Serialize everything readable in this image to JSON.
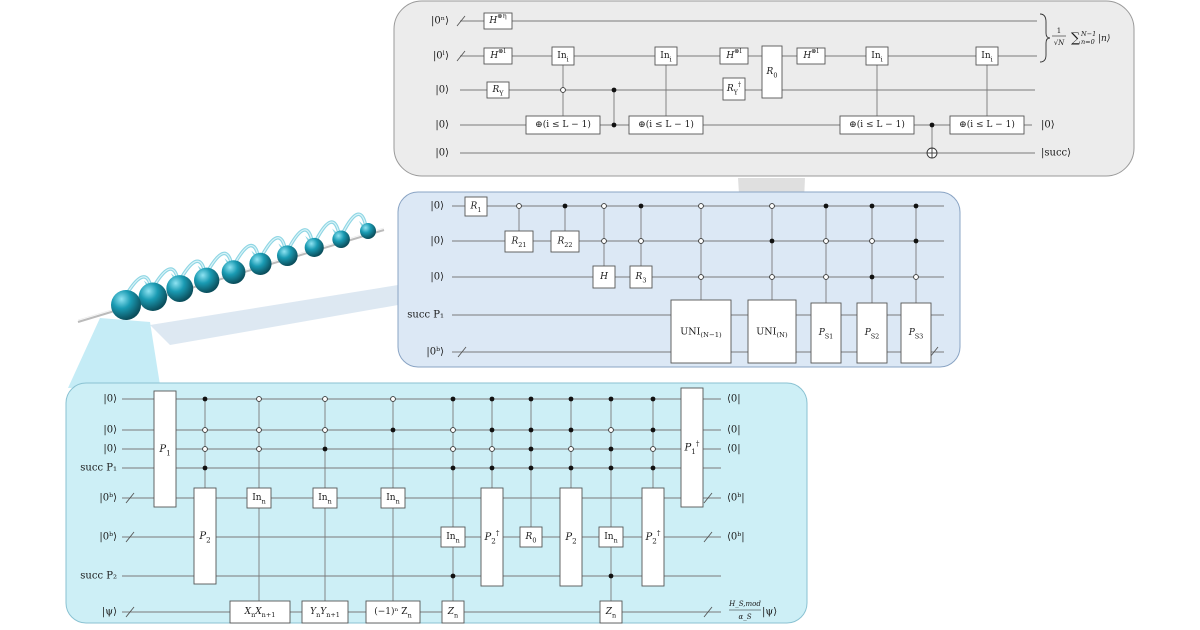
{
  "panels": {
    "top": {
      "fill": "#ececec",
      "stroke": "#9a9a9a",
      "wire_labels": [
        "|0ⁿ⟩",
        "|0ˡ⟩",
        "|0⟩",
        "|0⟩",
        "|0⟩"
      ],
      "out_labels": [
        {
          "row": 4,
          "text": "|0⟩"
        },
        {
          "row": 5,
          "text": "|succ⟩"
        }
      ],
      "brace_formula": {
        "frac_num": "1",
        "frac_den": "√N",
        "sum": "∑",
        "sum_top": "N−1",
        "sum_bottom": "n=0",
        "ket": "|n⟩"
      },
      "gates": [
        {
          "label": "H⊗η",
          "row": 1
        },
        {
          "label": "H⊗l",
          "row": 2
        },
        {
          "label": "R_Y",
          "row": 3
        },
        {
          "label": "In_i",
          "row": 2
        },
        {
          "label": "⊕(i ≤ L − 1)",
          "row": 4
        },
        {
          "label": "In_i",
          "row": 2
        },
        {
          "label": "⊕(i ≤ L − 1)",
          "row": 4
        },
        {
          "label": "H⊗l",
          "row": 2
        },
        {
          "label": "R_Y†",
          "row": 3
        },
        {
          "label": "R_0",
          "rows": [
            2,
            3
          ]
        },
        {
          "label": "H⊗l",
          "row": 2
        },
        {
          "label": "In_i",
          "row": 2
        },
        {
          "label": "⊕(i ≤ L − 1)",
          "row": 4
        },
        {
          "label": "In_i",
          "row": 2
        },
        {
          "label": "⊕(i ≤ L − 1)",
          "row": 4
        }
      ]
    },
    "middle": {
      "fill": "#dce8f5",
      "stroke": "#8aa4c4",
      "wire_labels": [
        "|0⟩",
        "|0⟩",
        "|0⟩",
        "succ P₁",
        "|0ᵇ⟩"
      ],
      "gates": [
        {
          "label": "R_1",
          "row": 1
        },
        {
          "label": "R_21",
          "row": 2
        },
        {
          "label": "R_22",
          "row": 2
        },
        {
          "label": "H",
          "row": 3
        },
        {
          "label": "R_3",
          "row": 3
        },
        {
          "label": "UNI_(N−1)",
          "rows": [
            4,
            5
          ]
        },
        {
          "label": "UNI_(N)",
          "rows": [
            4,
            5
          ]
        },
        {
          "label": "P_S1",
          "rows": [
            4,
            5
          ]
        },
        {
          "label": "P_S2",
          "rows": [
            4,
            5
          ]
        },
        {
          "label": "P_S3",
          "rows": [
            4,
            5
          ]
        }
      ]
    },
    "bottom": {
      "fill": "#cdeff6",
      "stroke": "#8ac2d2",
      "wire_labels": [
        "|0⟩",
        "|0⟩",
        "|0⟩",
        "succ P₁",
        "|0ᵇ⟩",
        "|0ᵇ⟩",
        "succ P₂",
        "|ψ⟩"
      ],
      "out_labels": [
        "⟨0|",
        "⟨0|",
        "⟨0|",
        "",
        "⟨0ᵇ|",
        "⟨0ᵇ|",
        "",
        "|ψ⟩"
      ],
      "out_prefix": {
        "num": "H_S,mod",
        "den": "α_S"
      },
      "gates": [
        {
          "label": "P_1",
          "rows": [
            1,
            5
          ]
        },
        {
          "label": "P_2",
          "rows": [
            5,
            7
          ]
        },
        {
          "label": "In_n",
          "row": 5
        },
        {
          "label": "X_nX_n+1",
          "row": 8
        },
        {
          "label": "In_n",
          "row": 5
        },
        {
          "label": "Y_nY_n+1",
          "row": 8
        },
        {
          "label": "In_n",
          "row": 5
        },
        {
          "label": "(−1)ⁿ Z_n",
          "row": 8
        },
        {
          "label": "In_n",
          "row": 6
        },
        {
          "label": "Z_n",
          "row": 8
        },
        {
          "label": "P_2†",
          "rows": [
            5,
            7
          ]
        },
        {
          "label": "R_0",
          "row": 6
        },
        {
          "label": "P_2",
          "rows": [
            5,
            7
          ]
        },
        {
          "label": "In_n",
          "row": 6
        },
        {
          "label": "Z_n",
          "row": 8
        },
        {
          "label": "P_2†",
          "rows": [
            5,
            7
          ]
        },
        {
          "label": "P_1†",
          "rows": [
            1,
            5
          ]
        }
      ]
    }
  },
  "illustration": {
    "sphere_color": "#1a9bb3",
    "sphere_count": 10,
    "icon_name": "spin-chain-illustration"
  }
}
